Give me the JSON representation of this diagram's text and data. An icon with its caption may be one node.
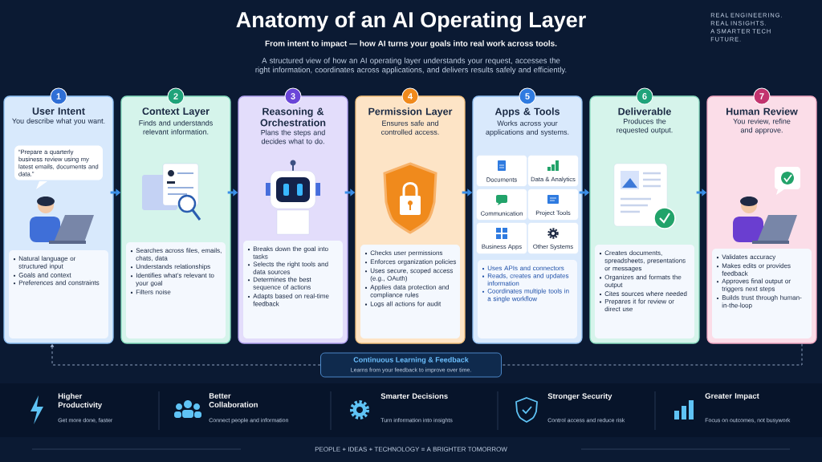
{
  "diagram": {
    "title": "Anatomy of an AI Operating Layer",
    "nodes": [
      {
        "text": [
          "1",
          "User Intent",
          "You describe what you want.",
          "Natural language or structured input",
          "Goals and context",
          "Preferences and constraints"
        ]
      },
      {
        "text": [
          "“Prepare a quarterly business review using my latest emails, documents and data.”"
        ],
        "in": 0
      },
      {
        "text": [
          "2",
          "Context Layer",
          "Finds and understands relevant information.",
          "Searches across files, emails, chats, data",
          "Understands relationships",
          "Identifies what’s relevant to your goal",
          "Filters noise"
        ]
      },
      {
        "text": [
          "3",
          "Reasoning & Orchestration",
          "Plans the steps and decides what to do.",
          "Breaks down the goal into tasks",
          "Selects the right tools and data sources",
          "Determines the best sequence of actions",
          "Adapts based on real-time feedback"
        ]
      },
      {
        "text": [
          "4",
          "Permission Layer",
          "Ensures safe and controlled access.",
          "Checks user permissions",
          "Enforces organization policies",
          "Uses secure, scoped access (e.g., OAuth)",
          "Applies data protection and compliance rules",
          "Logs all actions for audit"
        ]
      },
      {
        "text": [
          "5",
          "Apps & Tools",
          "Works across your applications and systems.",
          "Uses APIs and connectors",
          "Reads, creates and updates information",
          "Coordinates multiple tools in a single workflow"
        ]
      },
      {
        "text": [
          "Documents"
        ],
        "in": 5
      },
      {
        "text": [
          "Data & Analytics"
        ],
        "in": 5
      },
      {
        "text": [
          "Communication"
        ],
        "in": 5
      },
      {
        "text": [
          "Project Tools"
        ],
        "in": 5
      },
      {
        "text": [
          "Business Apps"
        ],
        "in": 5
      },
      {
        "text": [
          "Other Systems"
        ],
        "in": 5
      },
      {
        "text": [
          "6",
          "Deliverable",
          "Produces the requested output.",
          "Creates documents, spreadsheets, presentations or messages",
          "Organizes and formats the output",
          "Cites sources where needed",
          "Prepares it for review or direct use"
        ]
      },
      {
        "text": [
          "7",
          "Human Review",
          "You review, refine and approve.",
          "Validates accuracy",
          "Makes edits or provides feedback",
          "Approves final output or triggers next steps",
          "Builds trust through human-in-the-loop"
        ]
      },
      {
        "text": [
          "Continuous Learning & Feedback",
          "Learns from your feedback to improve over time."
        ]
      }
    ],
    "edges": [
      {
        "from": 0,
        "to": 2,
        "arrow": "to"
      },
      {
        "from": 2,
        "to": 3,
        "arrow": "to"
      },
      {
        "from": 3,
        "to": 4,
        "arrow": "to"
      },
      {
        "from": 4,
        "to": 5,
        "arrow": "to"
      },
      {
        "from": 5,
        "to": 12,
        "arrow": "to"
      },
      {
        "from": 12,
        "to": 13,
        "arrow": "to"
      },
      {
        "from": 13,
        "to": 14,
        "arrow": "none",
        "style": "dashed",
        "color": "#9fb3d1"
      },
      {
        "from": 14,
        "to": 0,
        "arrow": "to",
        "style": "dashed",
        "color": "#9fb3d1"
      }
    ],
    "labels": [
      "From intent to impact — how AI turns your goals into real work across tools.",
      "A structured view of how an AI operating layer understands your request, accesses the right information, coordinates across applications, and delivers results safely and efficiently.",
      "REAL ENGINEERING. REAL INSIGHTS. A SMARTER TECH FUTURE.",
      "Higher Productivity",
      "Get more done, faster",
      "Better Collaboration",
      "Connect people and information",
      "Smarter Decisions",
      "Turn information into insights",
      "Stronger Security",
      "Control access and reduce risk",
      "Greater Impact",
      "Focus on outcomes, not busywork",
      "PEOPLE + IDEAS + TECHNOLOGY = A BRIGHTER TOMORROW"
    ]
  }
}
